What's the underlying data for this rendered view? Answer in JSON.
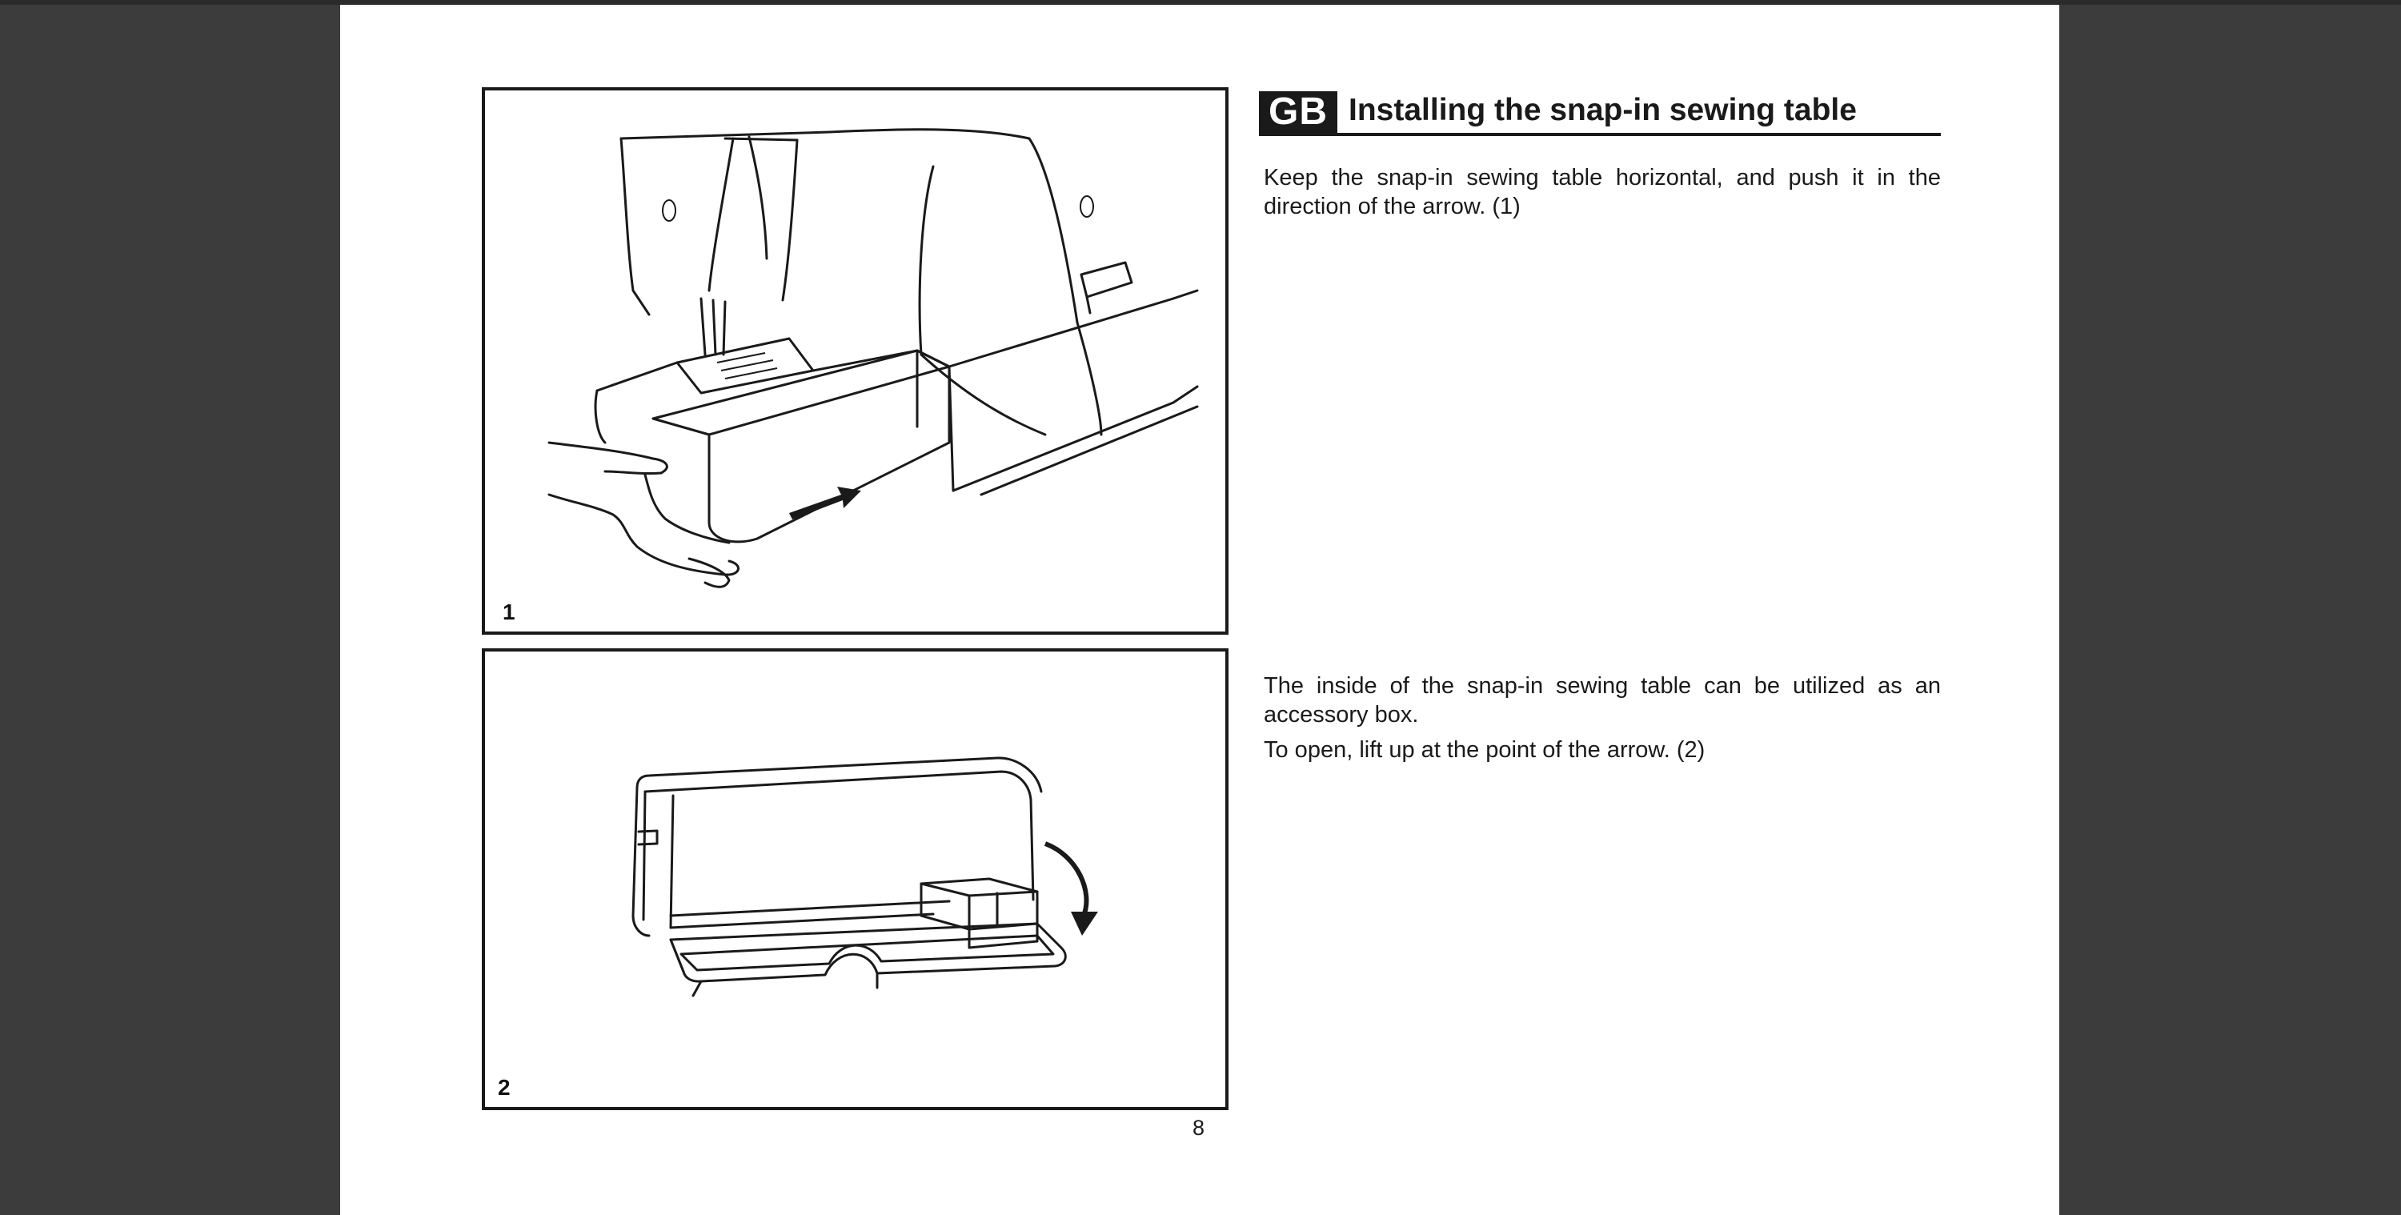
{
  "section": {
    "lang_badge": "GB",
    "title": "Installing the snap-in sewing table"
  },
  "figures": [
    {
      "number": "1",
      "description_icon": "sewing-machine-illustration"
    },
    {
      "number": "2",
      "description_icon": "accessory-box-illustration"
    }
  ],
  "paragraphs": {
    "install": "Keep the snap-in sewing table horizontal, and push it in the direction of the arrow. (1)",
    "accessory": "The inside of the snap-in sewing table can be utilized as an accessory box.",
    "open": "To open, lift up at the point of the arrow. (2)"
  },
  "page_number": "8"
}
